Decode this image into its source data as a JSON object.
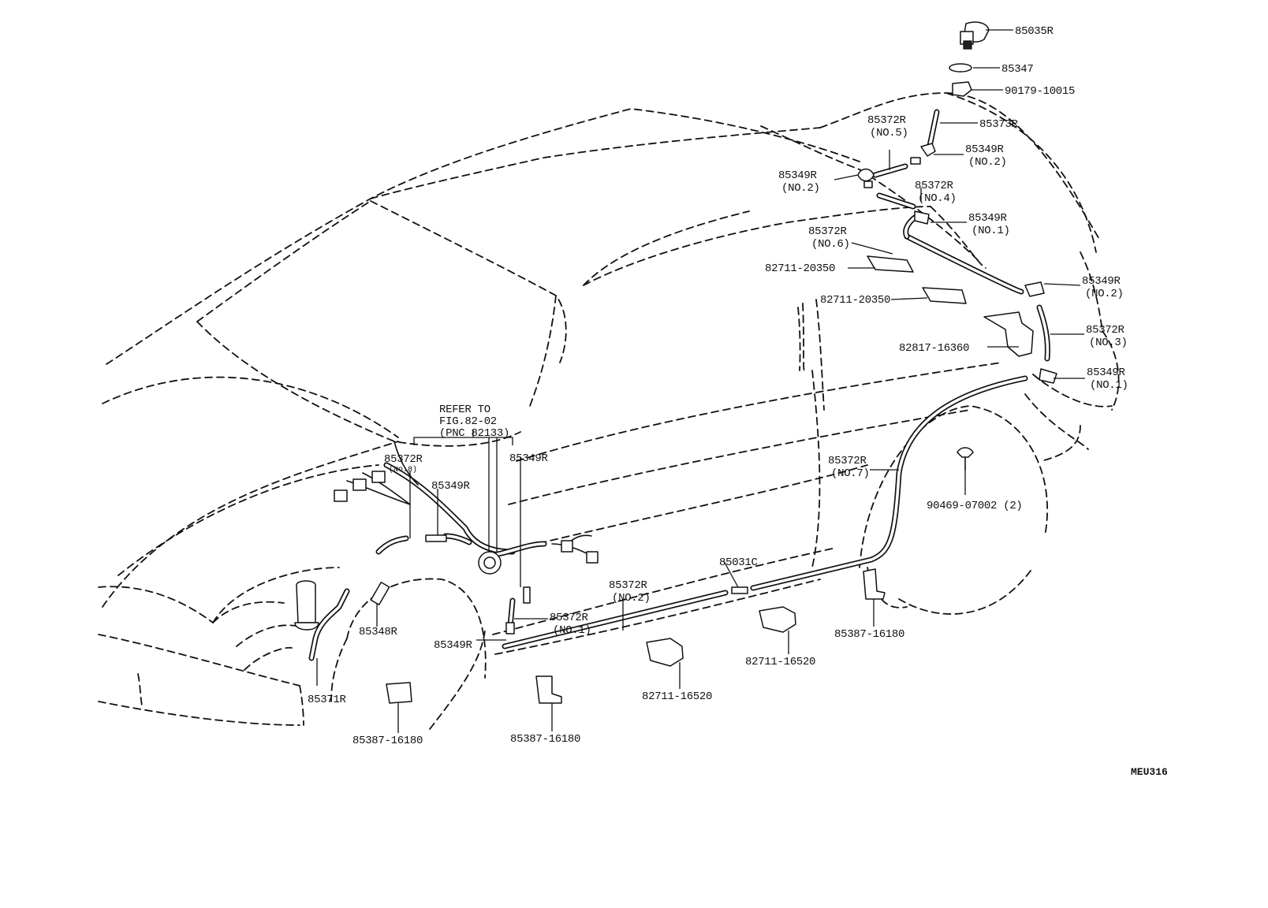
{
  "diagram": {
    "code": "MEU316",
    "refer": {
      "line1": "REFER TO",
      "line2": "FIG.82-02",
      "line3": "(PNC 82133)"
    },
    "labels": {
      "p85035R": "85035R",
      "p85347": "85347",
      "p90179": "90179-10015",
      "p85373R": "85373R",
      "p85372R_no5_a": "85372R",
      "p85372R_no5_b": "(NO.5)",
      "p85349R_top2_a": "85349R",
      "p85349R_top2_b": "(NO.2)",
      "p85349R_left2_a": "85349R",
      "p85349R_left2_b": "(NO.2)",
      "p85372R_no4_a": "85372R",
      "p85372R_no4_b": "(NO.4)",
      "p85349R_no1_a": "85349R",
      "p85349R_no1_b": "(NO.1)",
      "p85372R_no6_a": "85372R",
      "p85372R_no6_b": "(NO.6)",
      "p82711_20350_a": "82711-20350",
      "p82711_20350_b": "82711-20350",
      "p85349R_rear2_a": "85349R",
      "p85349R_rear2_b": "(NO.2)",
      "p85372R_no3_a": "85372R",
      "p85372R_no3_b": "(NO.3)",
      "p82817": "82817-16360",
      "p85349R_rear1_a": "85349R",
      "p85349R_rear1_b": "(NO.1)",
      "p85372R_no7_a": "85372R",
      "p85372R_no7_b": "(NO.7)",
      "p90469": "90469-07002 (2)",
      "p85372R_no8_a": "85372R",
      "p85372R_no8_b": "(No.8)",
      "p85349R_front": "85349R",
      "p85349R_mid": "85349R",
      "p85031C": "85031C",
      "p85372R_no2_a": "85372R",
      "p85372R_no2_b": "(NO.2)",
      "p85372R_no1_a": "85372R",
      "p85372R_no1_b": "(NO.1)",
      "p85348R": "85348R",
      "p85349R_low": "85349R",
      "p85371R": "85371R",
      "p85387_a": "85387-16180",
      "p85387_b": "85387-16180",
      "p85387_c": "85387-16180",
      "p82711_16520_a": "82711-16520",
      "p82711_16520_b": "82711-16520"
    }
  }
}
